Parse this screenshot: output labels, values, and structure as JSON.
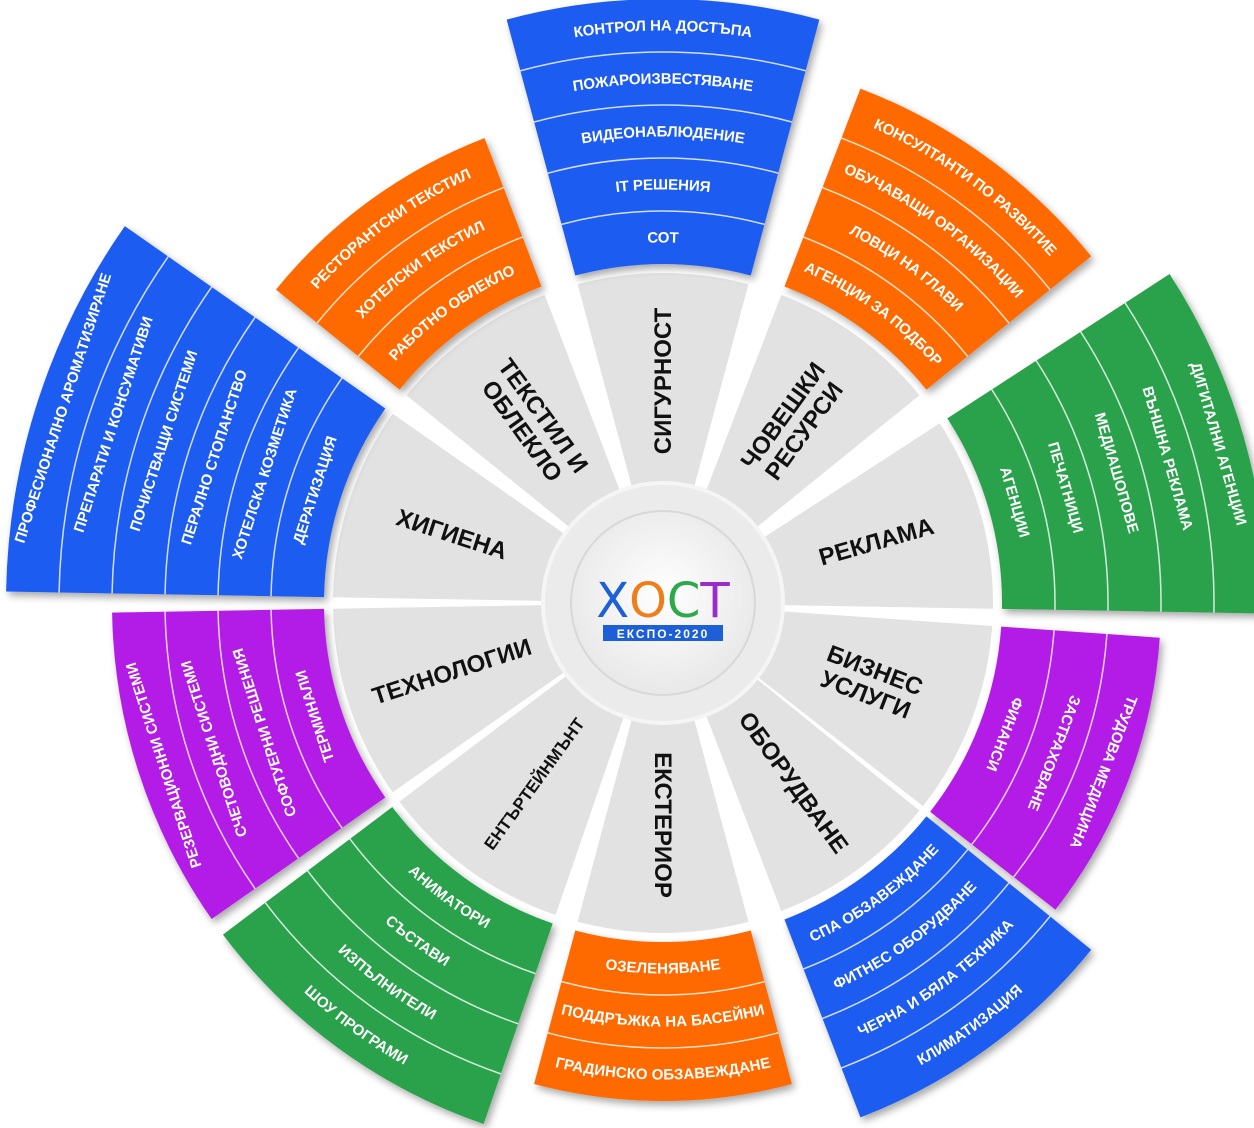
{
  "logo": {
    "letters": [
      "Х",
      "О",
      "С",
      "Т"
    ],
    "letter_colors": [
      "#1d5fd6",
      "#ef7d1a",
      "#2da84a",
      "#9b2ccc"
    ],
    "subtitle": "ЕКСПО-2020",
    "subtitle_bg": "#1d5fd6"
  },
  "colors": {
    "blue": "#1a5cf0",
    "orange": "#ff6a00",
    "green": "#2ba24b",
    "purple": "#b21ee6",
    "grey": "#e2e2e2"
  },
  "sectors": [
    {
      "name": [
        "СИГУРНОСТ"
      ],
      "color": "blue",
      "items": [
        "КОНТРОЛ НА ДОСТЪПА",
        "ПОЖАРОИЗВЕСТЯВАНЕ",
        "ВИДЕОНАБЛЮДЕНИЕ",
        "IT РЕШЕНИЯ",
        "СОТ"
      ]
    },
    {
      "name": [
        "ЧОВЕШКИ",
        "РЕСУРСИ"
      ],
      "color": "orange",
      "items": [
        "КОНСУЛТАНТИ ПО РАЗВИТИЕ",
        "ОБУЧАВАЩИ ОРГАНИЗАЦИИ",
        "ЛОВЦИ НА ГЛАВИ",
        "АГЕНЦИИ ЗА ПОДБОР"
      ]
    },
    {
      "name": [
        "РЕКЛАМА"
      ],
      "color": "green",
      "items": [
        "ДИГИТАЛНИ АГЕНЦИИ",
        "ВЪНШНА РЕКЛАМА",
        "МЕДИАШОПОВЕ",
        "ПЕЧАТНИЦИ",
        "АГЕНЦИИ"
      ]
    },
    {
      "name": [
        "БИЗНЕС",
        "УСЛУГИ"
      ],
      "color": "purple",
      "items": [
        "ТРУДОВА МЕДИЦИНА",
        "ЗАСТРАХОВАНЕ",
        "ФИНАНСИ"
      ]
    },
    {
      "name": [
        "ОБОРУДВАНЕ"
      ],
      "color": "blue",
      "items": [
        "КЛИМАТИЗАЦИЯ",
        "ЧЕРНА И БЯЛА ТЕХНИКА",
        "ФИТНЕС ОБОРУДВАНЕ",
        "СПА ОБЗАВЕЖДАНЕ"
      ]
    },
    {
      "name": [
        "ЕКСТЕРИОР"
      ],
      "color": "orange",
      "items": [
        "ГРАДИНСКО ОБЗАВЕЖДАНЕ",
        "ПОДДРЪЖКА НА БАСЕЙНИ",
        "ОЗЕЛЕНЯВАНЕ"
      ]
    },
    {
      "name": [
        "ЕНТЪРТЕЙНМЪНТ"
      ],
      "color": "green",
      "items": [
        "ШОУ ПРОГРАМИ",
        "ИЗПЪЛНИТЕЛИ",
        "СЪСТАВИ",
        "АНИМАТОРИ"
      ]
    },
    {
      "name": [
        "ТЕХНОЛОГИИ"
      ],
      "color": "purple",
      "items": [
        "РЕЗЕРВАЦИОННИ СИСТЕМИ",
        "СЧЕТОВОДНИ СИСТЕМИ",
        "СОФТУЕРНИ РЕШЕНИЯ",
        "ТЕРМИНАЛИ"
      ]
    },
    {
      "name": [
        "ХИГИЕНА"
      ],
      "color": "blue",
      "items": [
        "ПРОФЕСИОНАЛНО АРОМАТИЗИРАНЕ",
        "ПРЕПАРАТИ И КОНСУМАТИВИ",
        "ПОЧИСТВАЩИ СИСТЕМИ",
        "ПЕРАЛНО СТОПАНСТВО",
        "ХОТЕЛСКА КОЗМЕТИКА",
        "ДЕРАТИЗАЦИЯ"
      ]
    },
    {
      "name": [
        "ТЕКСТИЛ И",
        "ОБЛЕКЛО"
      ],
      "color": "orange",
      "items": [
        "РЕСТОРАНТСКИ ТЕКСТИЛ",
        "ХОТЕЛСКИ ТЕКСТИЛ",
        "РАБОТНО ОБЛЕКЛО"
      ]
    }
  ]
}
